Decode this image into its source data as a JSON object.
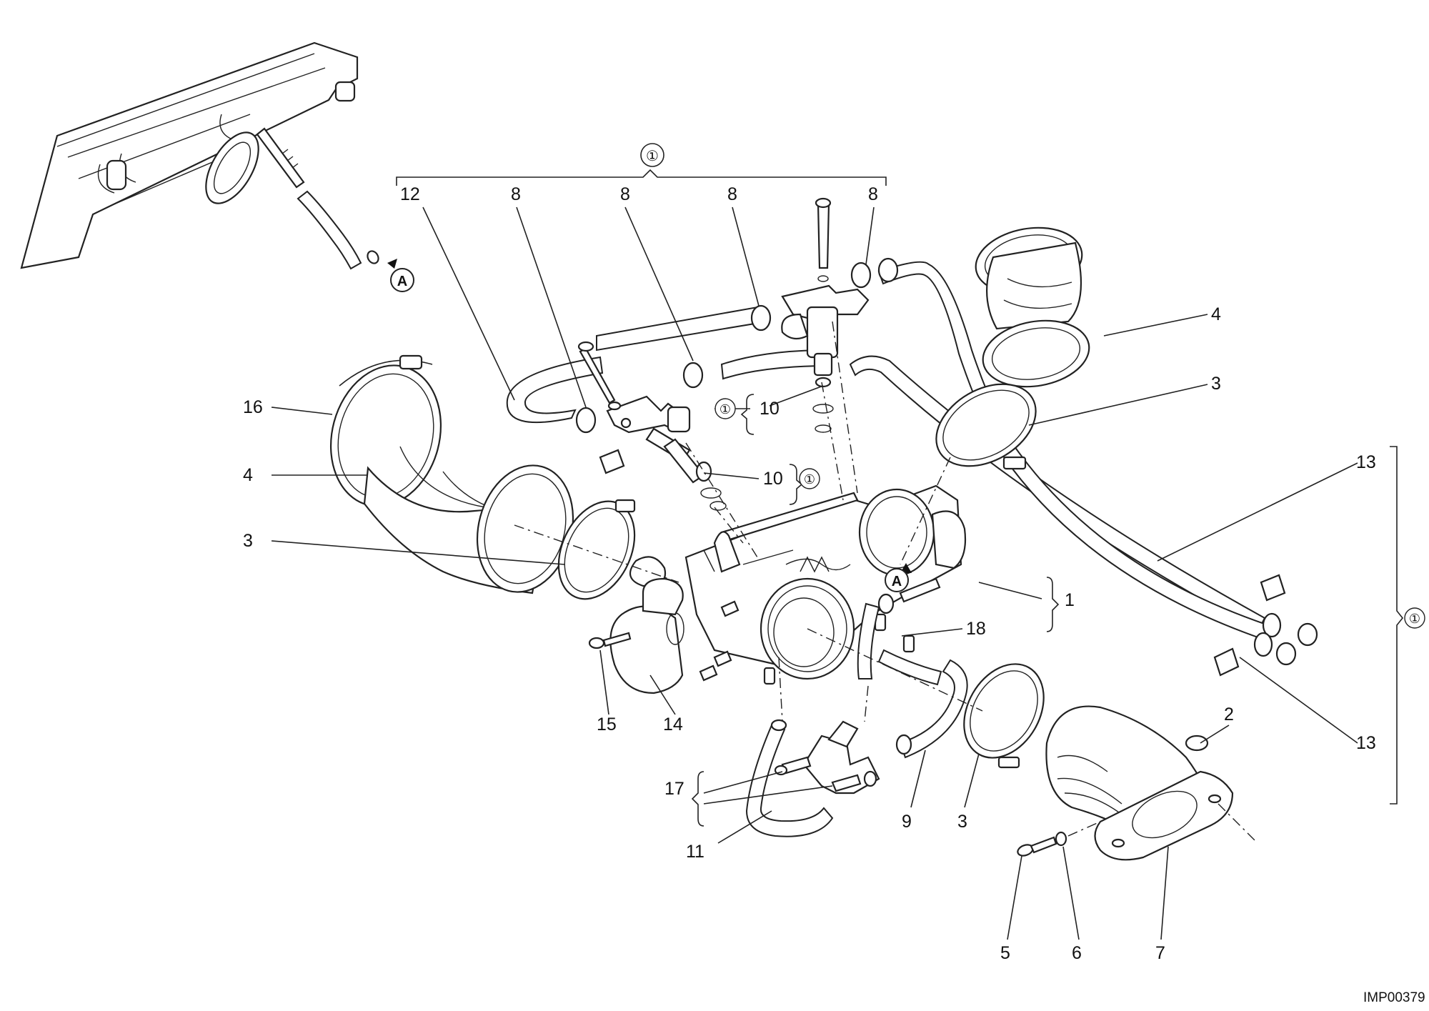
{
  "drawing_code": "IMP00379",
  "reference_marker": "A",
  "kit_symbol": "①",
  "callouts": [
    {
      "id": "c1",
      "text": "1"
    },
    {
      "id": "c2",
      "text": "2"
    },
    {
      "id": "c3a",
      "text": "3"
    },
    {
      "id": "c3b",
      "text": "3"
    },
    {
      "id": "c3c",
      "text": "3"
    },
    {
      "id": "c4a",
      "text": "4"
    },
    {
      "id": "c4b",
      "text": "4"
    },
    {
      "id": "c5",
      "text": "5"
    },
    {
      "id": "c6",
      "text": "6"
    },
    {
      "id": "c7",
      "text": "7"
    },
    {
      "id": "c8a",
      "text": "8"
    },
    {
      "id": "c8b",
      "text": "8"
    },
    {
      "id": "c8c",
      "text": "8"
    },
    {
      "id": "c8d",
      "text": "8"
    },
    {
      "id": "c9",
      "text": "9"
    },
    {
      "id": "c10a",
      "text": "10"
    },
    {
      "id": "c10b",
      "text": "10"
    },
    {
      "id": "c11",
      "text": "11"
    },
    {
      "id": "c12",
      "text": "12"
    },
    {
      "id": "c13a",
      "text": "13"
    },
    {
      "id": "c13b",
      "text": "13"
    },
    {
      "id": "c14",
      "text": "14"
    },
    {
      "id": "c15",
      "text": "15"
    },
    {
      "id": "c16",
      "text": "16"
    },
    {
      "id": "c17",
      "text": "17"
    },
    {
      "id": "c18",
      "text": "18"
    }
  ]
}
